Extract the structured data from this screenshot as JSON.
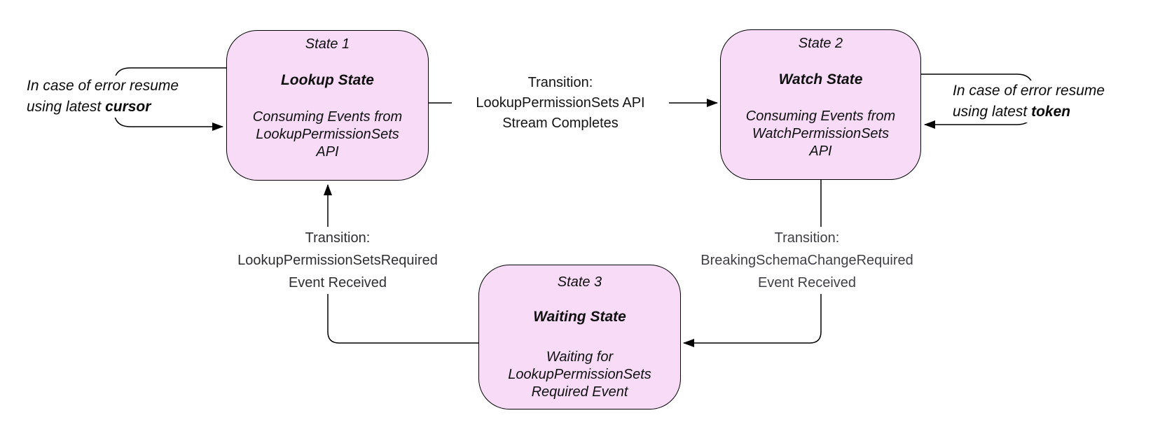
{
  "diagram": {
    "states": [
      {
        "title": "State 1",
        "name": "Lookup State",
        "description": "Consuming Events from\nLookupPermissionSets\nAPI"
      },
      {
        "title": "State 2",
        "name": "Watch State",
        "description": "Consuming Events from\nWatchPermissionSets\nAPI"
      },
      {
        "title": "State 3",
        "name": "Waiting State",
        "description": "Waiting for\nLookupPermissionSets\nRequired Event"
      }
    ],
    "transitions": [
      {
        "label": "Transition:\nLookupPermissionSets API\nStream Completes",
        "from": "Lookup State",
        "to": "Watch State"
      },
      {
        "label": "Transition:\nBreakingSchemaChangeRequired\nEvent Received",
        "from": "Watch State",
        "to": "Waiting State"
      },
      {
        "label": "Transition:\nLookupPermissionSetsRequired\nEvent Received",
        "from": "Waiting State",
        "to": "Lookup State"
      }
    ],
    "annotations": [
      {
        "side": "left",
        "line1": "In case of error resume",
        "line2_prefix": "using latest ",
        "line2_bold": "cursor"
      },
      {
        "side": "right",
        "line1": "In case of error resume",
        "line2_prefix": "using latest ",
        "line2_bold": "token"
      }
    ],
    "colors": {
      "state_fill": "#f7dbf7",
      "state_border": "#000000",
      "arrow_line": "#000000",
      "mid_label_text": "#141414",
      "vert_label_text": "#3f3f46"
    }
  }
}
